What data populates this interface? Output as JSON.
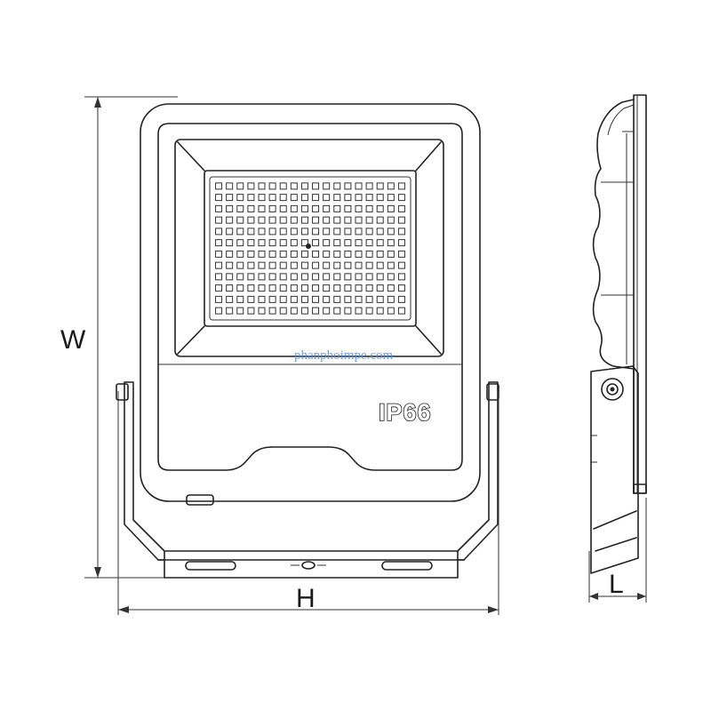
{
  "labels": {
    "width_dimension": "W",
    "height_dimension": "H",
    "length_dimension": "L",
    "rating": "IP66",
    "watermark": "phanphoimpe.com"
  },
  "led_grid": {
    "columns": 18,
    "rows": 12
  },
  "colors": {
    "line": "#222222",
    "watermark": "#5b8fd6",
    "background": "#ffffff"
  }
}
